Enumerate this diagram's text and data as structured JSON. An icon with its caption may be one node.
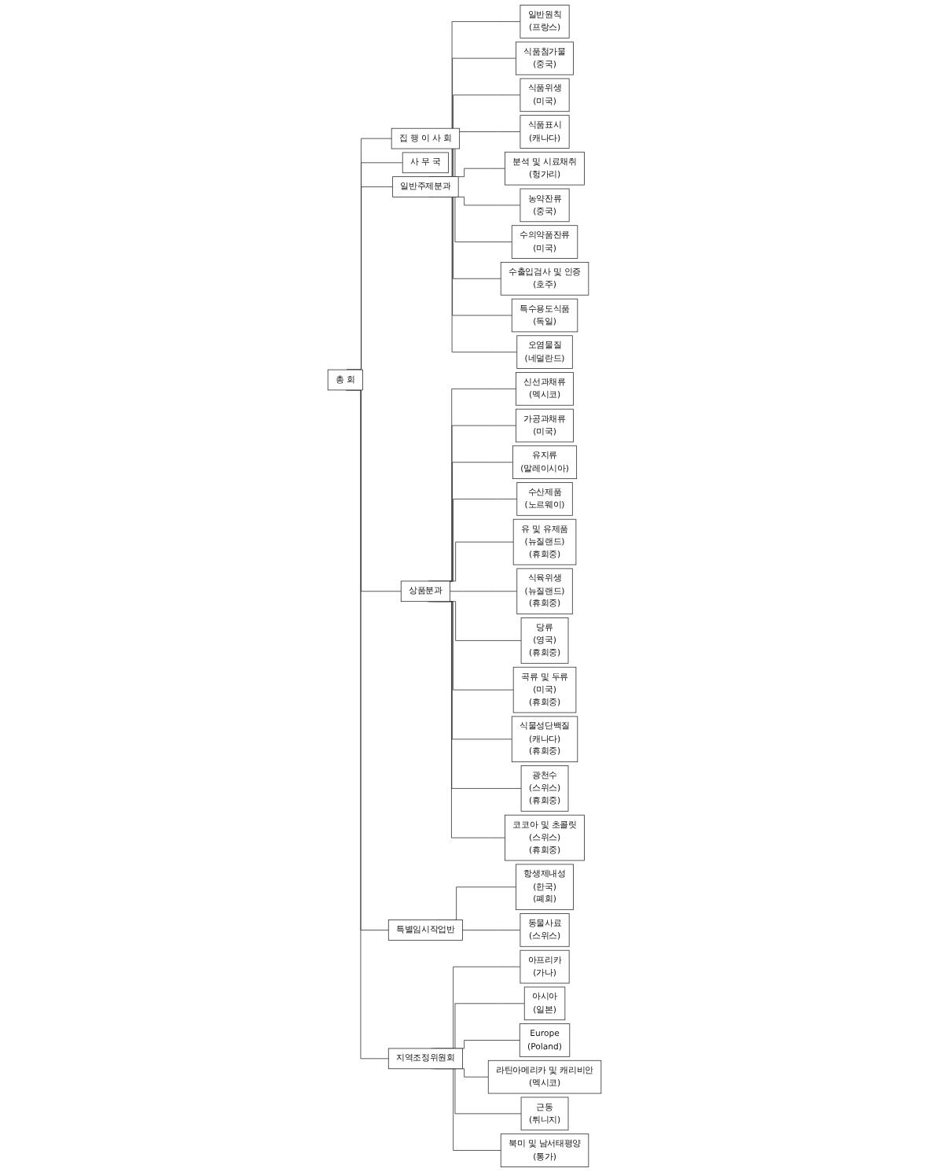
{
  "diagram": {
    "nodes": [
      {
        "text": [
          "총 회"
        ]
      },
      {
        "text": [
          "집 행 이 사 회"
        ]
      },
      {
        "text": [
          "사 무 국"
        ]
      },
      {
        "text": [
          "일반주제분과"
        ]
      },
      {
        "text": [
          "상품분과"
        ]
      },
      {
        "text": [
          "특별임시작업반"
        ]
      },
      {
        "text": [
          "지역조정위원회"
        ]
      },
      {
        "text": [
          "일반원칙",
          "(프랑스)"
        ]
      },
      {
        "text": [
          "식품첨가물",
          "(중국)"
        ]
      },
      {
        "text": [
          "식품위생",
          "(미국)"
        ]
      },
      {
        "text": [
          "식품표시",
          "(캐나다)"
        ]
      },
      {
        "text": [
          "분석 및 시료채취",
          "(헝가리)"
        ]
      },
      {
        "text": [
          "농약잔류",
          "(중국)"
        ]
      },
      {
        "text": [
          "수의약품잔류",
          "(미국)"
        ]
      },
      {
        "text": [
          "수출입검사 및 인증",
          "(호주)"
        ]
      },
      {
        "text": [
          "특수용도식품",
          "(독일)"
        ]
      },
      {
        "text": [
          "오염물질",
          "(네덜란드)"
        ]
      },
      {
        "text": [
          "신선과채류",
          "(멕시코)"
        ]
      },
      {
        "text": [
          "가공과채류",
          "(미국)"
        ]
      },
      {
        "text": [
          "유지류",
          "(말레이시아)"
        ]
      },
      {
        "text": [
          "수산제품",
          "(노르웨이)"
        ]
      },
      {
        "text": [
          "유 및 유제품",
          "(뉴질랜드)",
          "(휴회중)"
        ]
      },
      {
        "text": [
          "식육위생",
          "(뉴질랜드)",
          "(휴회중)"
        ]
      },
      {
        "text": [
          "당류",
          "(영국)",
          "(휴회중)"
        ]
      },
      {
        "text": [
          "곡류 및 두류",
          "(미국)",
          "(휴회중)"
        ]
      },
      {
        "text": [
          "식물성단백질",
          "(캐나다)",
          "(휴회중)"
        ]
      },
      {
        "text": [
          "광천수",
          "(스위스)",
          "(휴회중)"
        ]
      },
      {
        "text": [
          "코코아 및 초콜릿",
          "(스위스)",
          "(휴회중)"
        ]
      },
      {
        "text": [
          "항생제내성",
          "(한국)",
          "(폐회)"
        ]
      },
      {
        "text": [
          "동물사료",
          "(스위스)"
        ]
      },
      {
        "text": [
          "아프리카",
          "(가나)"
        ]
      },
      {
        "text": [
          "아시아",
          "(일본)"
        ]
      },
      {
        "text": [
          "Europe",
          "(Poland)"
        ]
      },
      {
        "text": [
          "라틴아메리카 및 캐리비안",
          "(멕시코)"
        ]
      },
      {
        "text": [
          "근동",
          "(튀니지)"
        ]
      },
      {
        "text": [
          "북미 및 남서태평양",
          "(통가)"
        ]
      }
    ],
    "edges": [
      {
        "from": 0,
        "to": 1,
        "arrow": "none"
      },
      {
        "from": 0,
        "to": 2,
        "arrow": "none"
      },
      {
        "from": 0,
        "to": 3,
        "arrow": "none"
      },
      {
        "from": 0,
        "to": 4,
        "arrow": "none"
      },
      {
        "from": 0,
        "to": 5,
        "arrow": "none"
      },
      {
        "from": 0,
        "to": 6,
        "arrow": "none"
      },
      {
        "from": 3,
        "to": 7,
        "arrow": "none"
      },
      {
        "from": 3,
        "to": 8,
        "arrow": "none"
      },
      {
        "from": 3,
        "to": 9,
        "arrow": "none"
      },
      {
        "from": 3,
        "to": 10,
        "arrow": "none"
      },
      {
        "from": 3,
        "to": 11,
        "arrow": "none"
      },
      {
        "from": 3,
        "to": 12,
        "arrow": "none"
      },
      {
        "from": 3,
        "to": 13,
        "arrow": "none"
      },
      {
        "from": 3,
        "to": 14,
        "arrow": "none"
      },
      {
        "from": 3,
        "to": 15,
        "arrow": "none"
      },
      {
        "from": 3,
        "to": 16,
        "arrow": "none"
      },
      {
        "from": 4,
        "to": 17,
        "arrow": "none"
      },
      {
        "from": 4,
        "to": 18,
        "arrow": "none"
      },
      {
        "from": 4,
        "to": 19,
        "arrow": "none"
      },
      {
        "from": 4,
        "to": 20,
        "arrow": "none"
      },
      {
        "from": 4,
        "to": 21,
        "arrow": "none"
      },
      {
        "from": 4,
        "to": 22,
        "arrow": "none"
      },
      {
        "from": 4,
        "to": 23,
        "arrow": "none"
      },
      {
        "from": 4,
        "to": 24,
        "arrow": "none"
      },
      {
        "from": 4,
        "to": 25,
        "arrow": "none"
      },
      {
        "from": 4,
        "to": 26,
        "arrow": "none"
      },
      {
        "from": 4,
        "to": 27,
        "arrow": "none"
      },
      {
        "from": 5,
        "to": 28,
        "arrow": "none"
      },
      {
        "from": 5,
        "to": 29,
        "arrow": "none"
      },
      {
        "from": 6,
        "to": 30,
        "arrow": "none"
      },
      {
        "from": 6,
        "to": 31,
        "arrow": "none"
      },
      {
        "from": 6,
        "to": 32,
        "arrow": "none"
      },
      {
        "from": 6,
        "to": 33,
        "arrow": "none"
      },
      {
        "from": 6,
        "to": 34,
        "arrow": "none"
      },
      {
        "from": 6,
        "to": 35,
        "arrow": "none"
      }
    ]
  }
}
